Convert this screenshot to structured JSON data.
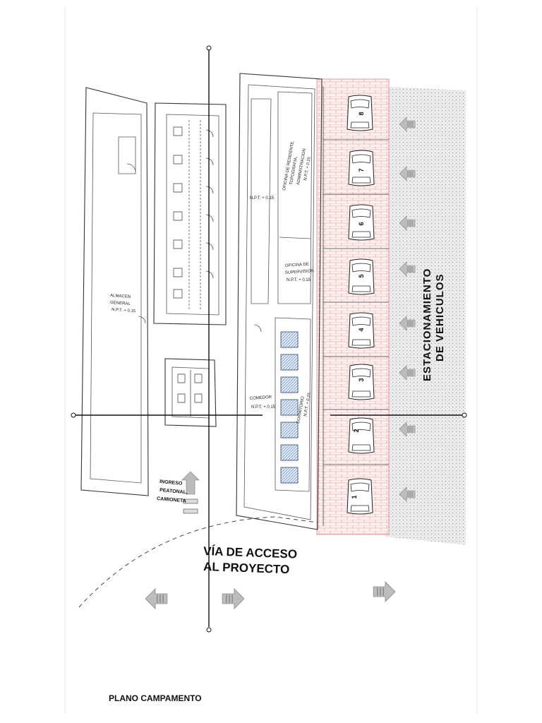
{
  "title": "PLANO CAMPAMENTO",
  "access_road": {
    "line1": "VÍA DE ACCESO",
    "line2": "AL PROYECTO"
  },
  "parking_label": {
    "line1": "ESTACIONAMIENTO",
    "line2": "DE VEHICULOS"
  },
  "pedestrian_entry": {
    "line1": "INGRESO",
    "line2": "PEATONAL,",
    "line3": "CAMIONETA"
  },
  "rooms": {
    "almacen": {
      "line1": "ALMACEN",
      "line2": "GENERAL",
      "level": "N.P.T. + 0.15"
    },
    "oficina_residente": {
      "line1": "OFICINA DE RESIDENTE,",
      "line2": "TOPOGRAFIA,",
      "line3": "ADMINISTRACION",
      "level": "N.P.T. + 0.15"
    },
    "oficina_supervision": {
      "line1": "OFICINA DE",
      "line2": "SUPERVISION",
      "level": "N.P.T. + 0.15"
    },
    "comedor": {
      "name": "COMEDOR",
      "level": "N.P.T. + 0.15"
    },
    "dormitorio": {
      "name": "DORMITORIO",
      "level": "N.P.T. + 0.15"
    },
    "pasillo": {
      "level": "N.P.T. + 0.15"
    }
  },
  "parking_spaces": [
    "8",
    "7",
    "6",
    "5",
    "4",
    "3",
    "2",
    "1"
  ],
  "colors": {
    "parking_hatch": "#f4b8b8",
    "road_hatch": "#e2e2e2",
    "line": "#333333",
    "bed_fill": "#d6e4f5"
  }
}
